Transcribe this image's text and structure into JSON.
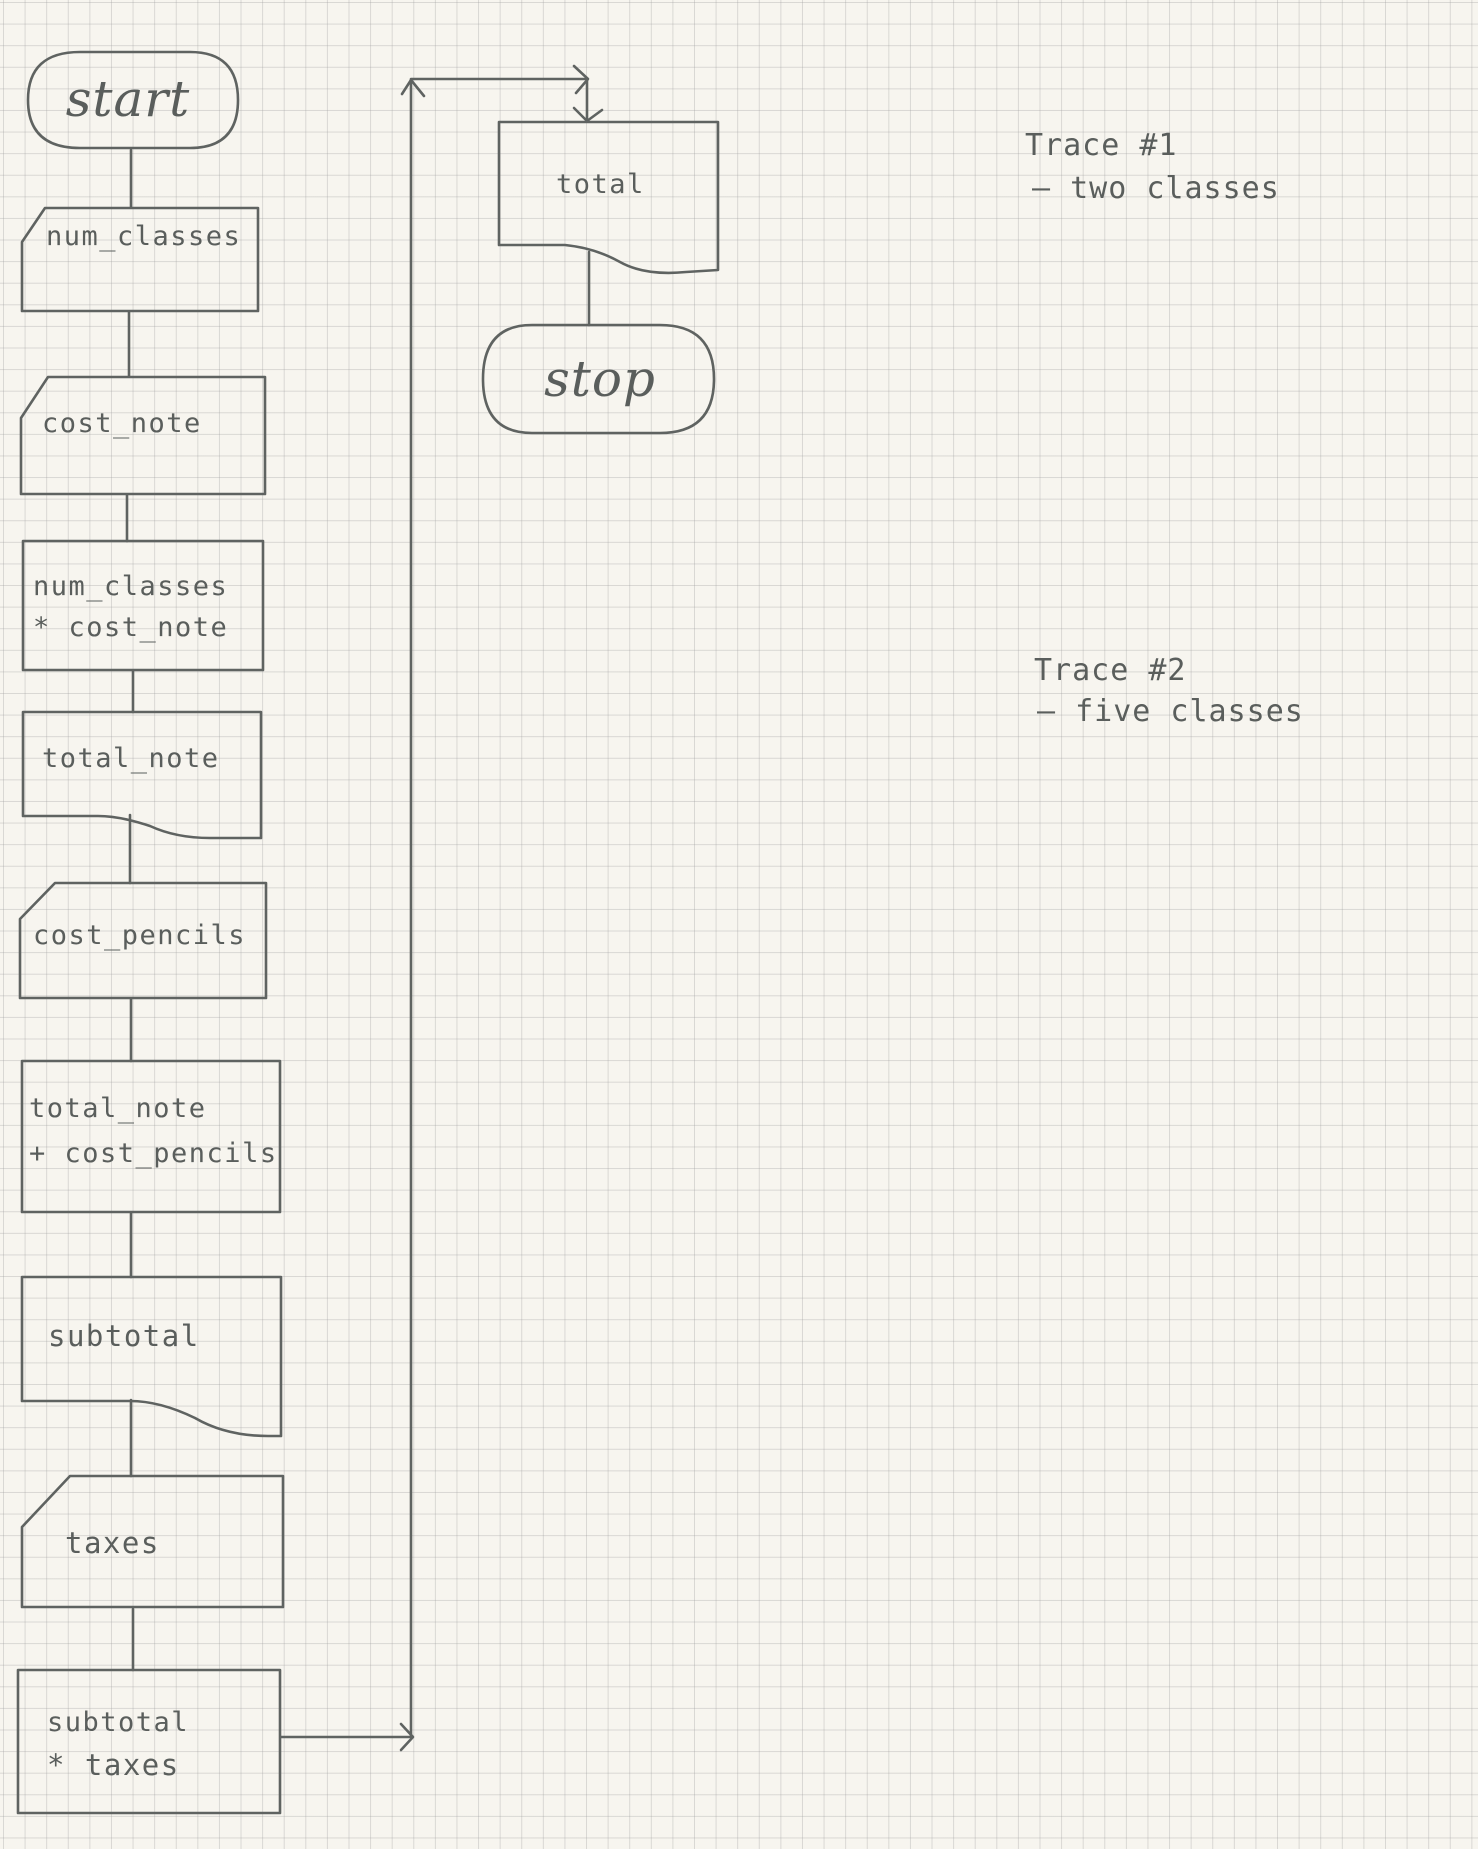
{
  "flowchart": {
    "start": "start",
    "stop": "stop",
    "input_num_classes": "num_classes",
    "input_cost_note": "cost_note",
    "process_multiply": {
      "line1": "num_classes",
      "line2": "* cost_note"
    },
    "output_total_note": "total_note",
    "input_cost_pencils": "cost_pencils",
    "process_add": {
      "line1": "total_note",
      "line2": "+ cost_pencils"
    },
    "output_subtotal": "subtotal",
    "input_taxes": "taxes",
    "process_taxes": {
      "line1": "subtotal",
      "line2": "* taxes"
    },
    "output_total": "total"
  },
  "notes": {
    "trace1": {
      "title": "Trace #1",
      "detail": "– two classes"
    },
    "trace2": {
      "title": "Trace #2",
      "detail": "– five classes"
    }
  }
}
